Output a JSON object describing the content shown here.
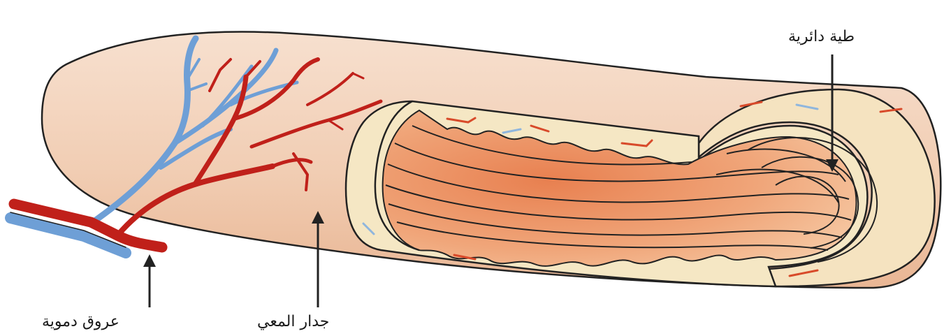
{
  "labels": {
    "circular_folds": "طية دائرية",
    "intestine_wall": "جدار المعي",
    "blood_vessels": "عروق دموية"
  },
  "colors": {
    "wall": "#f3d3bd",
    "wall_shade": "#e8b89a",
    "inner_wall": "#f5e7c4",
    "fold_fill": "#ee9a70",
    "fold_deep": "#e07a50",
    "artery": "#c0201a",
    "vein": "#6e9fd6",
    "outline": "#222222"
  },
  "icons": [
    "arrow-up-icon",
    "arrow-down-icon"
  ]
}
